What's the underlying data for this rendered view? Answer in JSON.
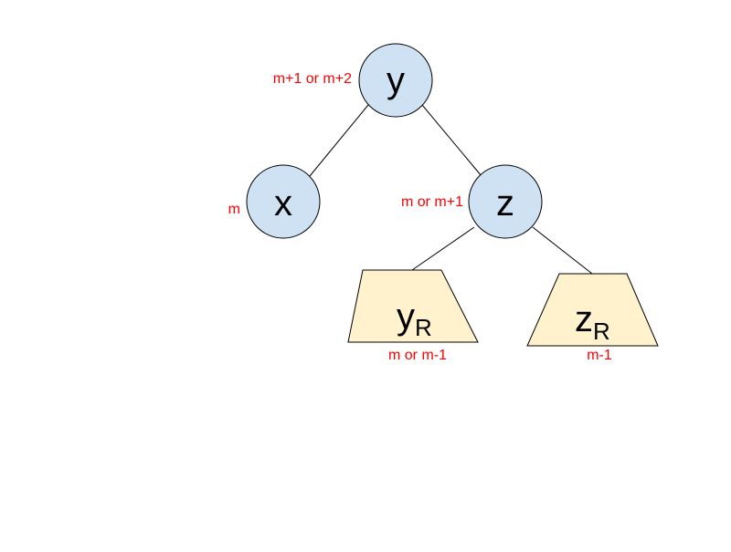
{
  "colors": {
    "node_fill": "#cfe2f3",
    "subtree_fill": "#fff2cc",
    "height_label": "#ff0000",
    "stroke": "#000000"
  },
  "nodes": {
    "y": {
      "label": "y",
      "height": "m+1 or m+2"
    },
    "x": {
      "label": "x",
      "height": "m"
    },
    "z": {
      "label": "z",
      "height": "m or m+1"
    }
  },
  "subtrees": {
    "yR": {
      "label": "y",
      "subscript": "R",
      "height": "m or m-1"
    },
    "zR": {
      "label": "z",
      "subscript": "R",
      "height": "m-1"
    }
  },
  "edges": [
    "y-x",
    "y-z",
    "z-yR",
    "z-zR"
  ]
}
